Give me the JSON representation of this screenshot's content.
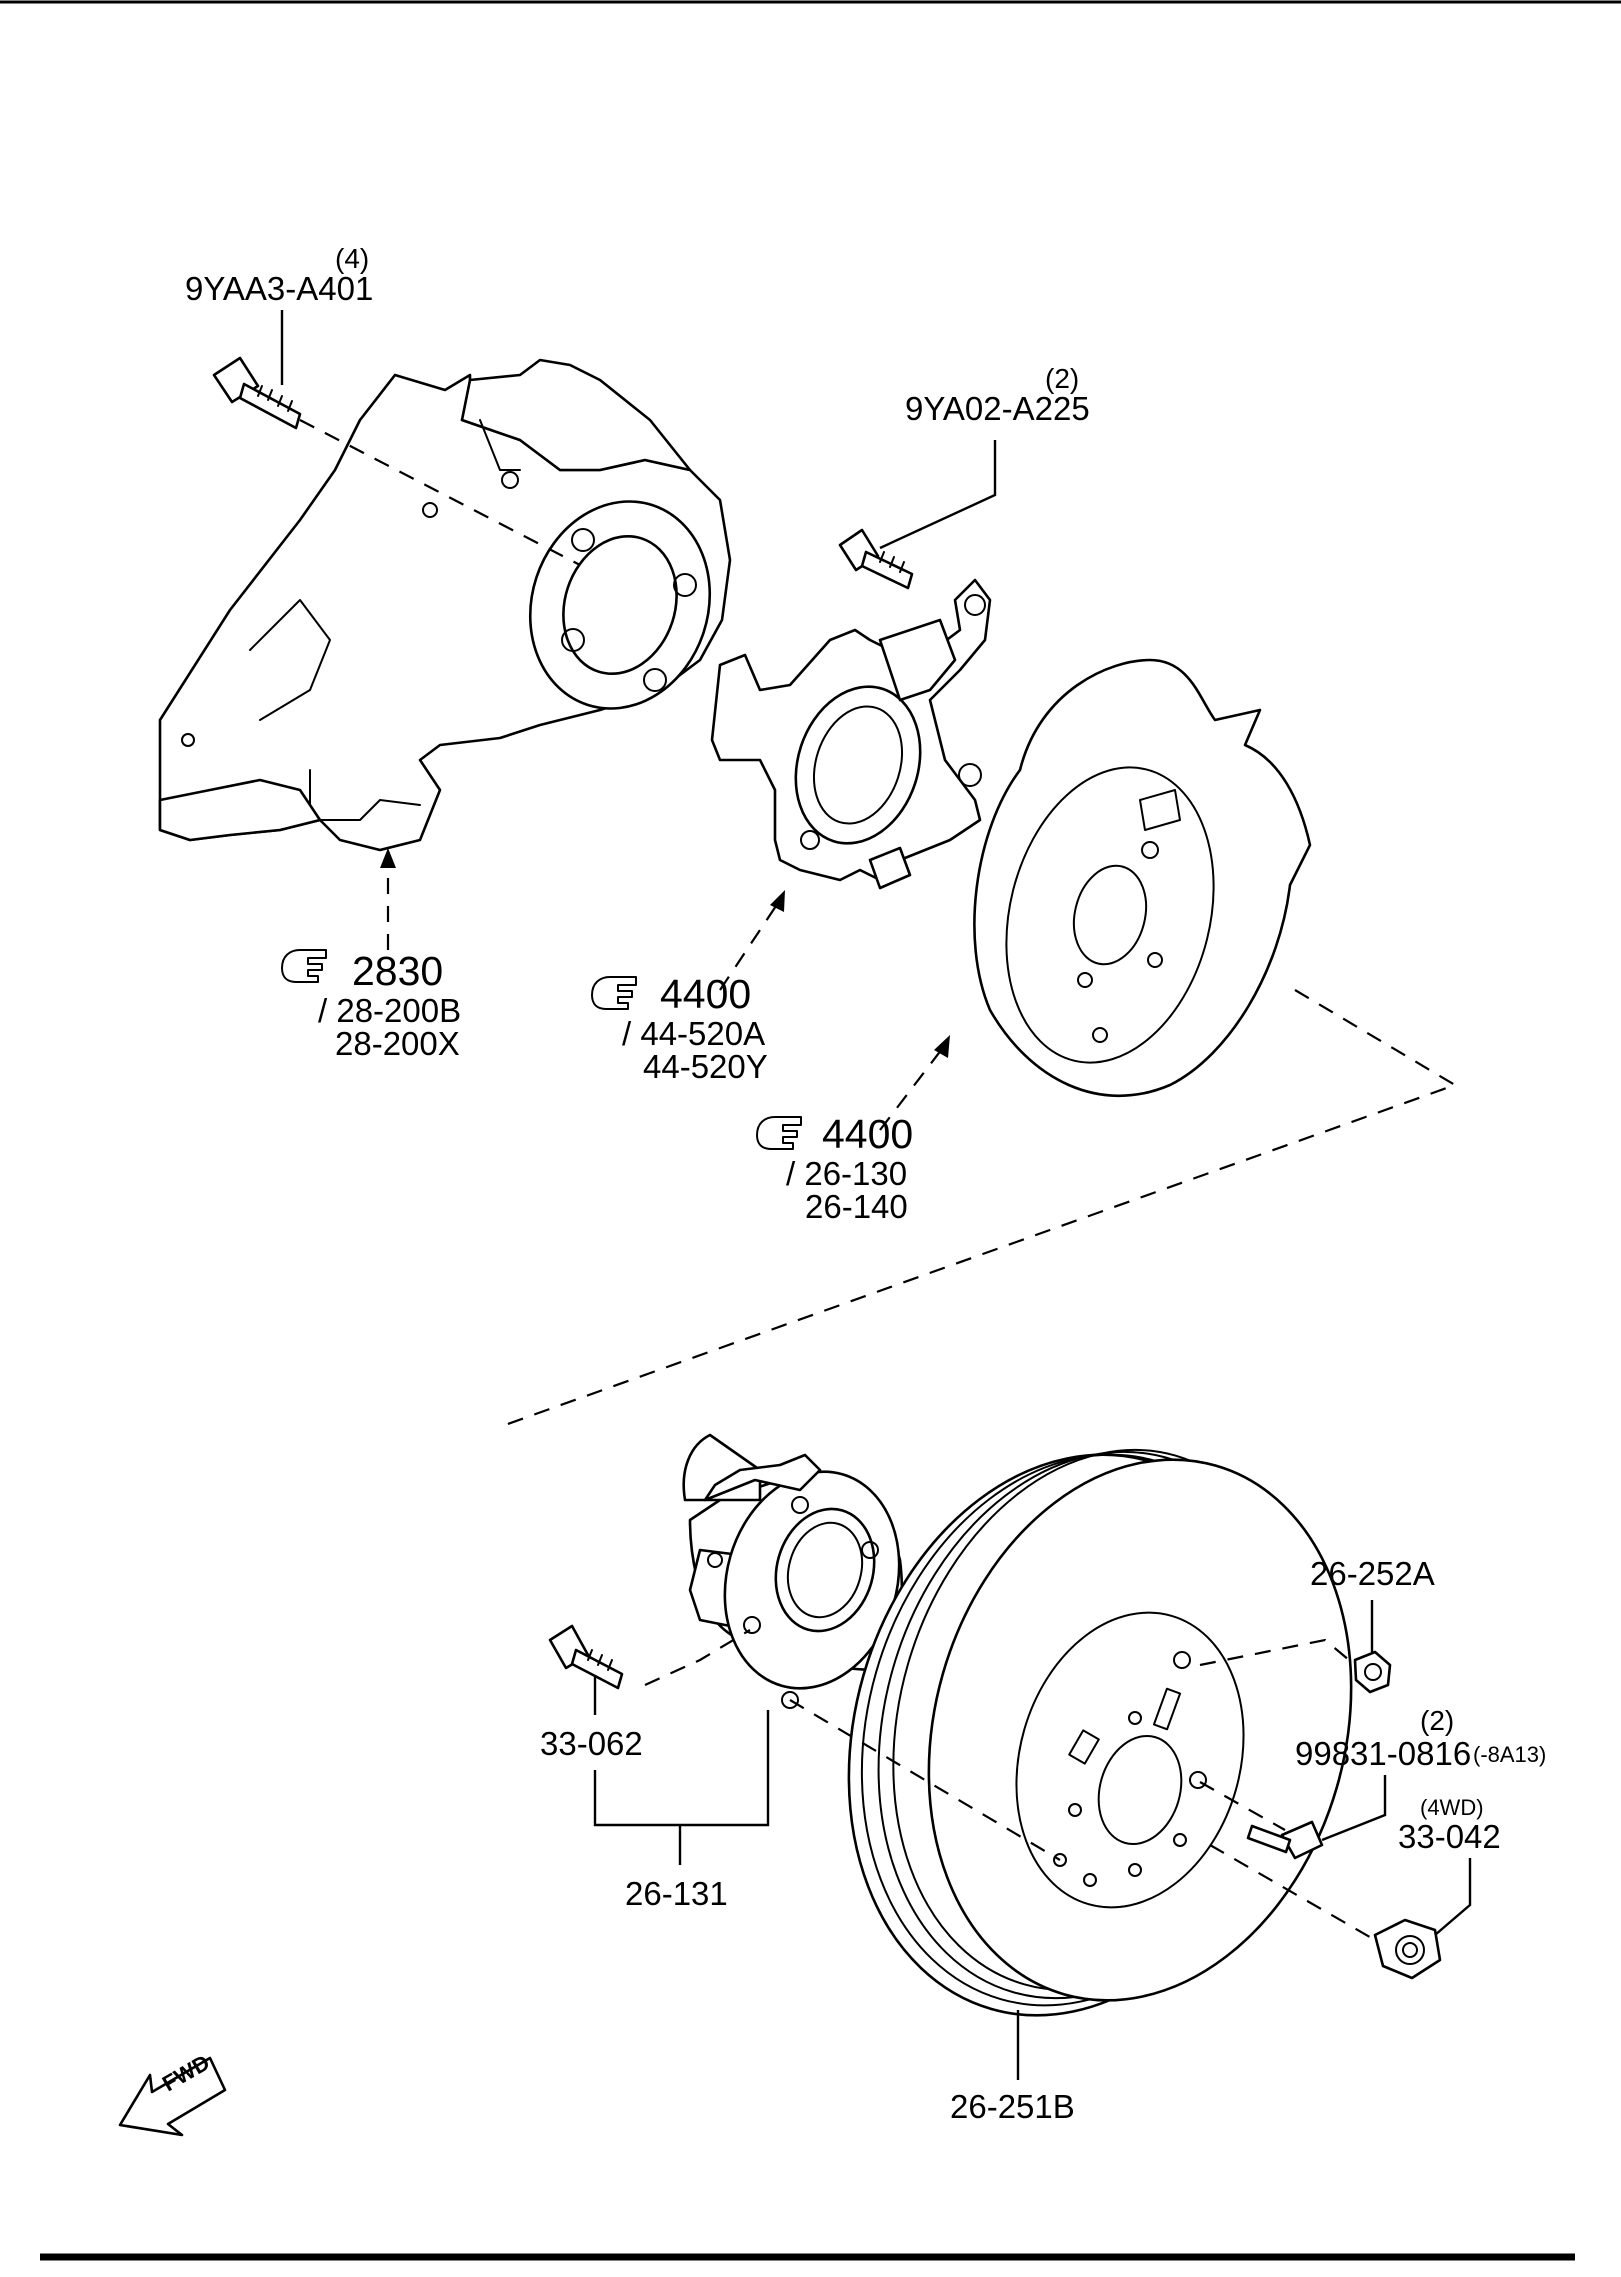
{
  "labels": {
    "bolt_top_qty": "(4)",
    "bolt_top_code": "9YAA3-A401",
    "bolt_mid_qty": "(2)",
    "bolt_mid_code": "9YA02-A225",
    "ref_knuckle_page": "2830",
    "ref_knuckle_sub1": "/ 28-200B",
    "ref_knuckle_sub2": "28-200X",
    "ref_bracket_page": "4400",
    "ref_bracket_sub1": "/ 44-520A",
    "ref_bracket_sub2": "44-520Y",
    "ref_plate_page": "4400",
    "ref_plate_sub1": "/ 26-130",
    "ref_plate_sub2": "26-140",
    "nut_small": "26-252A",
    "screw_qty": "(2)",
    "screw_code": "99831-0816",
    "screw_note": "(-8A13)",
    "nut_note": "(4WD)",
    "nut_code": "33-042",
    "hub_bolt": "33-062",
    "hub_assy": "26-131",
    "disc": "26-251B",
    "fwd": "FWD"
  },
  "icons": {
    "ref_pointer": "pointing-hand-icon",
    "direction": "forward-arrow-icon"
  },
  "colors": {
    "line": "#000000",
    "background": "#ffffff"
  }
}
